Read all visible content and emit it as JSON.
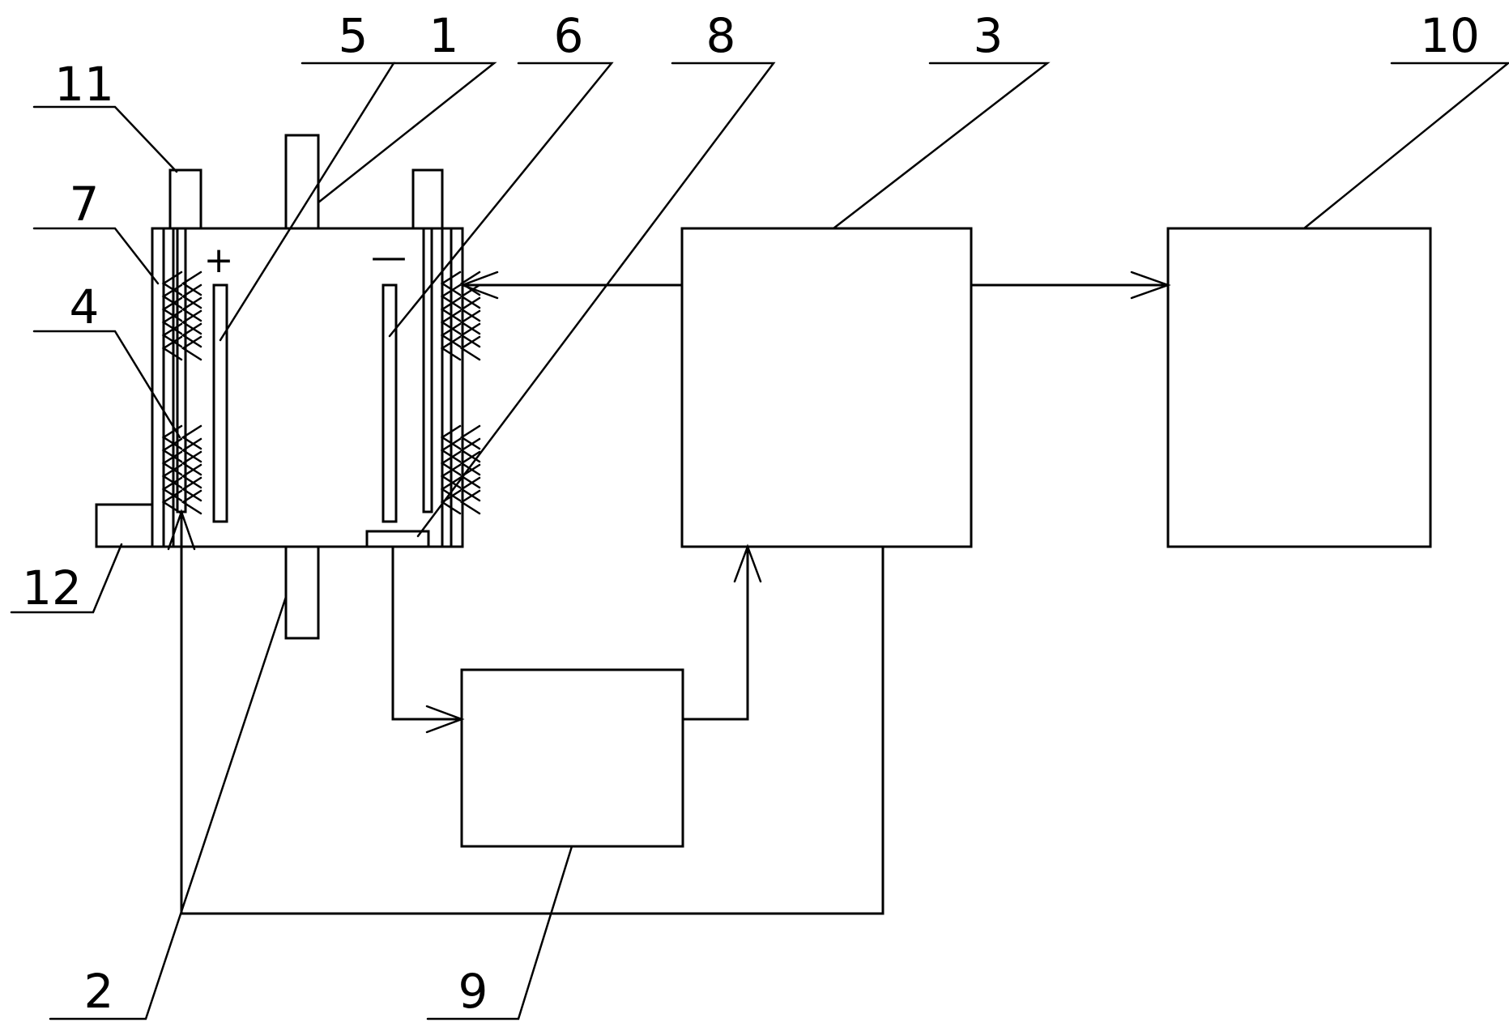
{
  "diagram": {
    "labels": {
      "n1": "1",
      "n2": "2",
      "n3": "3",
      "n4": "4",
      "n5": "5",
      "n6": "6",
      "n7": "7",
      "n8": "8",
      "n9": "9",
      "n10": "10",
      "n11": "11",
      "n12": "12"
    },
    "signs": {
      "plus": "+",
      "minus": "—"
    }
  }
}
